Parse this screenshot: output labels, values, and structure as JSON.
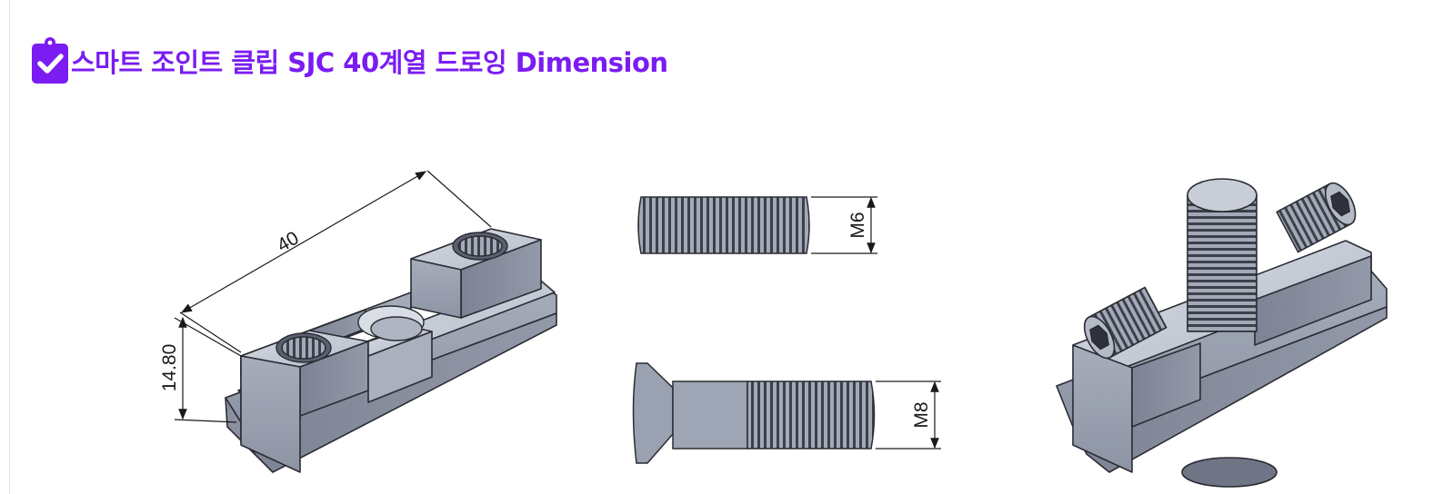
{
  "heading": {
    "icon": "clipboard-check-icon",
    "title": "스마트 조인트 클립 SJC 40계열 드로잉 Dimension",
    "color": "#7a1cf2"
  },
  "drawing": {
    "length_dim": "40",
    "height_dim": "14.80",
    "top_bolt_dim": "M6",
    "bottom_bolt_dim": "M8"
  },
  "colors": {
    "metal_light": "#c4cad6",
    "metal_mid": "#9ea5b4",
    "metal_dark": "#7b8192",
    "outline": "#2a2c33"
  }
}
